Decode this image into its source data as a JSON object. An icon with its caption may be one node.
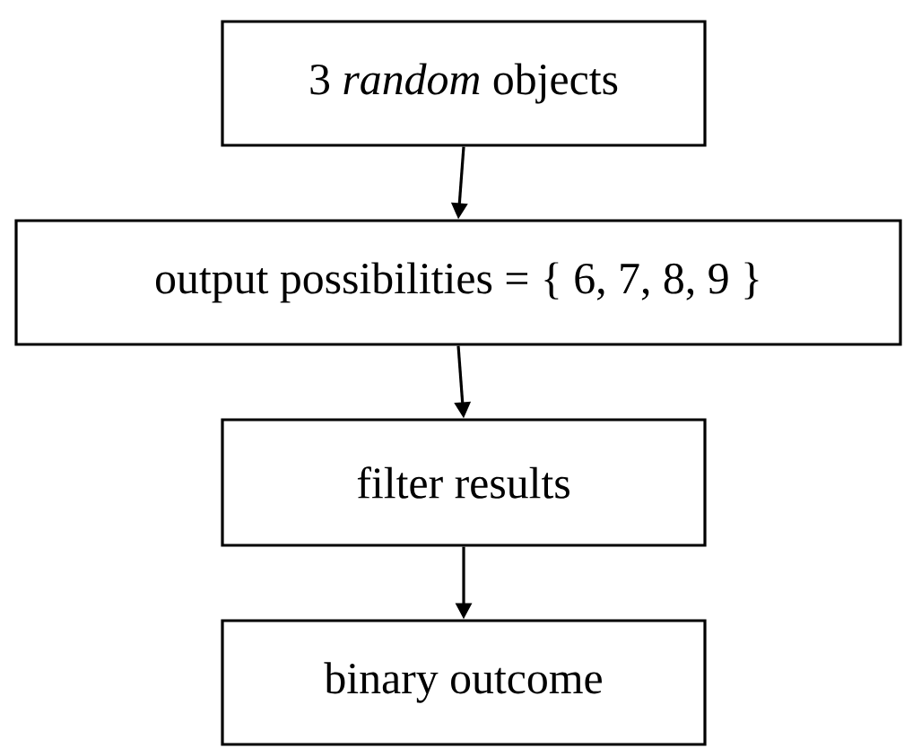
{
  "diagram": {
    "nodes": [
      {
        "text": [
          "3 *random* objects"
        ]
      },
      {
        "text": [
          "output possibilities = { 6, 7, 8, 9 }"
        ]
      },
      {
        "text": [
          "filter results"
        ]
      },
      {
        "text": [
          "binary outcome"
        ]
      }
    ],
    "edges": [
      {
        "from": 0,
        "to": 1,
        "arrow": "to"
      },
      {
        "from": 1,
        "to": 2,
        "arrow": "to"
      },
      {
        "from": 2,
        "to": 3,
        "arrow": "to"
      }
    ]
  }
}
